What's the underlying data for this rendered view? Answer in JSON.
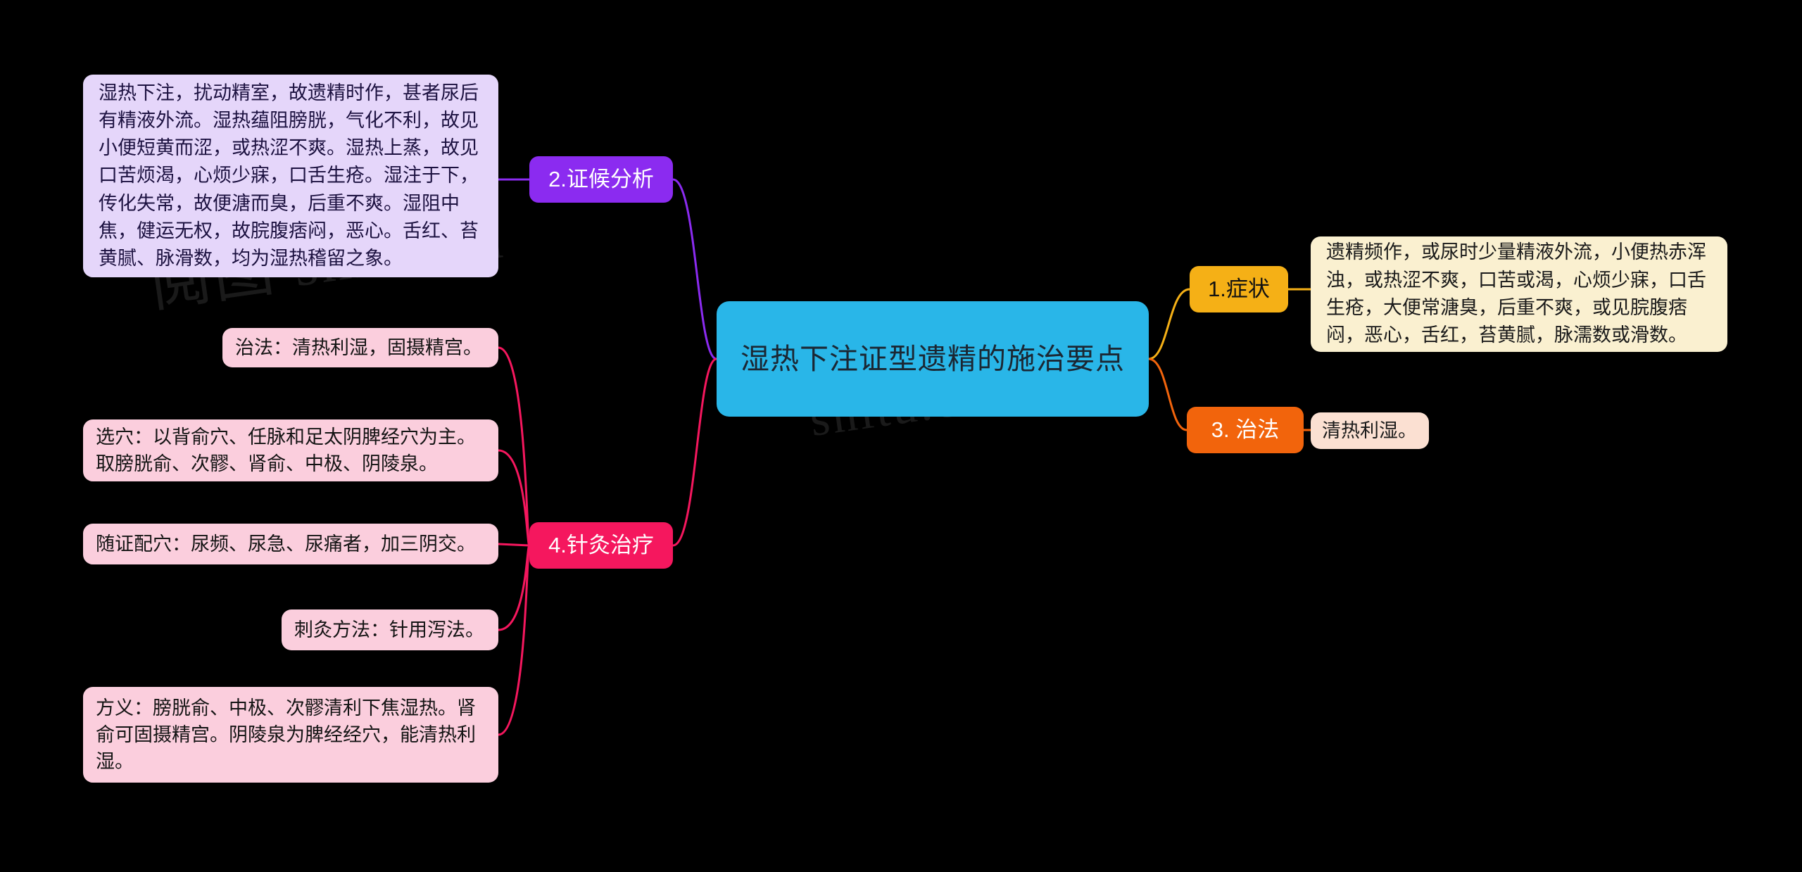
{
  "diagram": {
    "type": "mind-map",
    "background": "#000000",
    "watermarks": [
      "阅图 shitu.cn",
      "shitu.cn",
      "阅图 shitu.cn"
    ]
  },
  "center": {
    "label": "湿热下注证型遗精的施治要点",
    "color": "#29B6E8",
    "text_color": "#1b2733"
  },
  "branches": {
    "symptom": {
      "pill_label": "1.症状",
      "pill_color": "#F5B016",
      "leaf_color": "#FAF0D0",
      "leaf_text": "遗精频作，或尿时少量精液外流，小便热赤浑浊，或热涩不爽，口苦或渴，心烦少寐，口舌生疮，大便常溏臭，后重不爽，或见脘腹痞闷，恶心，舌红，苔黄腻，脉濡数或滑数。"
    },
    "treatment": {
      "pill_label": "3. 治法",
      "pill_color": "#F2640C",
      "leaf_color": "#FBE0D2",
      "leaf_text": "清热利湿。"
    },
    "analysis": {
      "pill_label": "2.证候分析",
      "pill_color": "#8B2BF0",
      "leaf_color": "#E5D6FA",
      "leaf_text": "湿热下注，扰动精室，故遗精时作，甚者尿后有精液外流。湿热蕴阻膀胱，气化不利，故见小便短黄而涩，或热涩不爽。湿热上蒸，故见口苦烦渴，心烦少寐，口舌生疮。湿注于下，传化失常，故便溏而臭，后重不爽。湿阻中焦，健运无权，故脘腹痞闷，恶心。舌红、苔黄腻、脉滑数，均为湿热稽留之象。"
    },
    "acupuncture": {
      "pill_label": "4.针灸治疗",
      "pill_color": "#F5175E",
      "leaf_color": "#FBCEDD",
      "leaves": [
        "治法：清热利湿，固摄精宫。",
        "选穴：以背俞穴、任脉和足太阴脾经穴为主。取膀胱俞、次髎、肾俞、中极、阴陵泉。",
        "随证配穴：尿频、尿急、尿痛者，加三阴交。",
        "刺灸方法：针用泻法。",
        "方义：膀胱俞、中极、次髎清利下焦湿热。肾俞可固摄精宫。阴陵泉为脾经经穴，能清热利湿。"
      ]
    }
  }
}
